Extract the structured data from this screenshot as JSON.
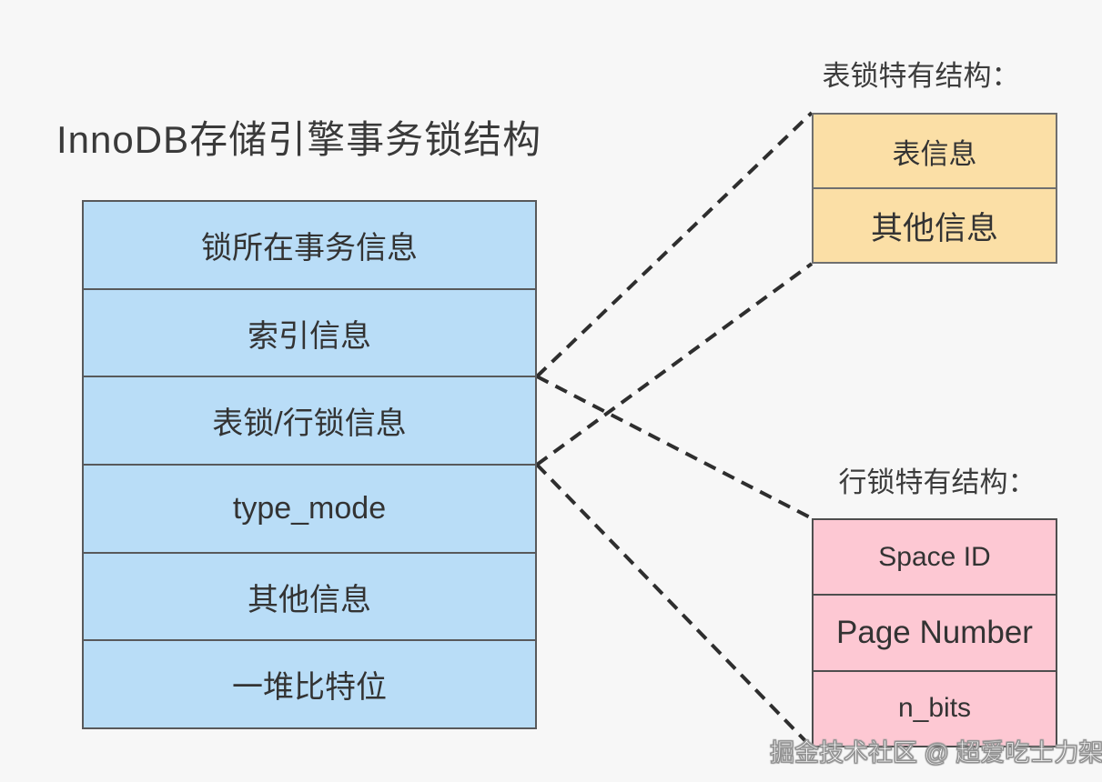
{
  "title": "InnoDB存储引擎事务锁结构",
  "main_table": {
    "rows": [
      "锁所在事务信息",
      "索引信息",
      "表锁/行锁信息",
      "type_mode",
      "其他信息",
      "一堆比特位"
    ]
  },
  "table_lock_section": {
    "label": "表锁特有结构：",
    "rows": [
      "表信息",
      "其他信息"
    ]
  },
  "row_lock_section": {
    "label": "行锁特有结构：",
    "rows": [
      "Space ID",
      "Page Number",
      "n_bits"
    ]
  },
  "watermark": "掘金技术社区 @ 超爱吃士力架",
  "colors": {
    "background": "#f7f7f7",
    "main_table_fill": "#b9ddf7",
    "table_lock_fill": "#fbdfa6",
    "row_lock_fill": "#fdc8d3",
    "border": "#58595b",
    "connector": "#2e2e2e",
    "text": "#333333"
  }
}
